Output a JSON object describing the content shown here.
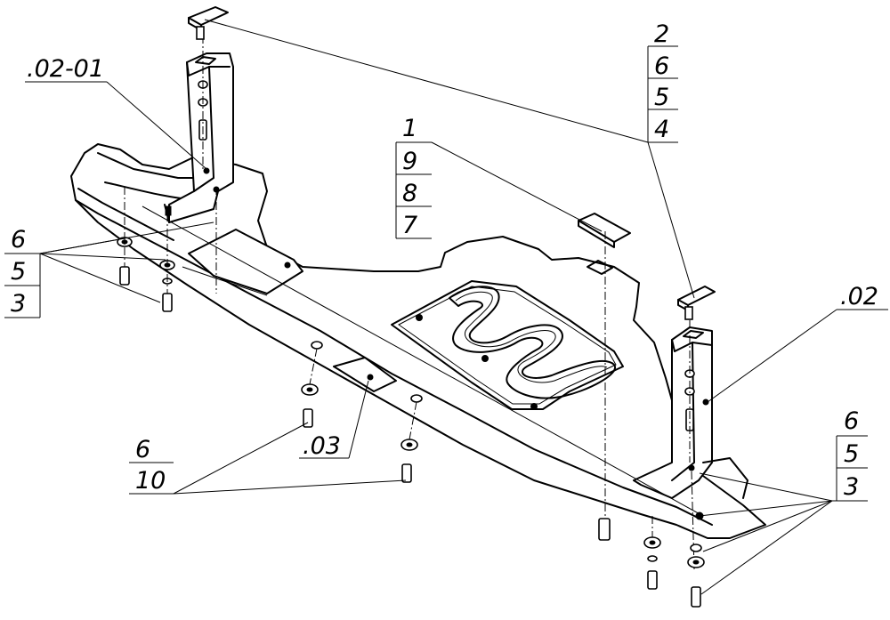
{
  "callouts": {
    "group_upper_right": [
      "2",
      "6",
      "5",
      "4"
    ],
    "group_center": [
      "1",
      "9",
      "8",
      "7"
    ],
    "group_left": [
      "6",
      "5",
      "3"
    ],
    "group_lower_right": [
      "6",
      "5",
      "3"
    ],
    "group_bottom": [
      "6",
      "10"
    ],
    "label_02_01": ".02-01",
    "label_02": ".02",
    "label_03": ".03"
  }
}
